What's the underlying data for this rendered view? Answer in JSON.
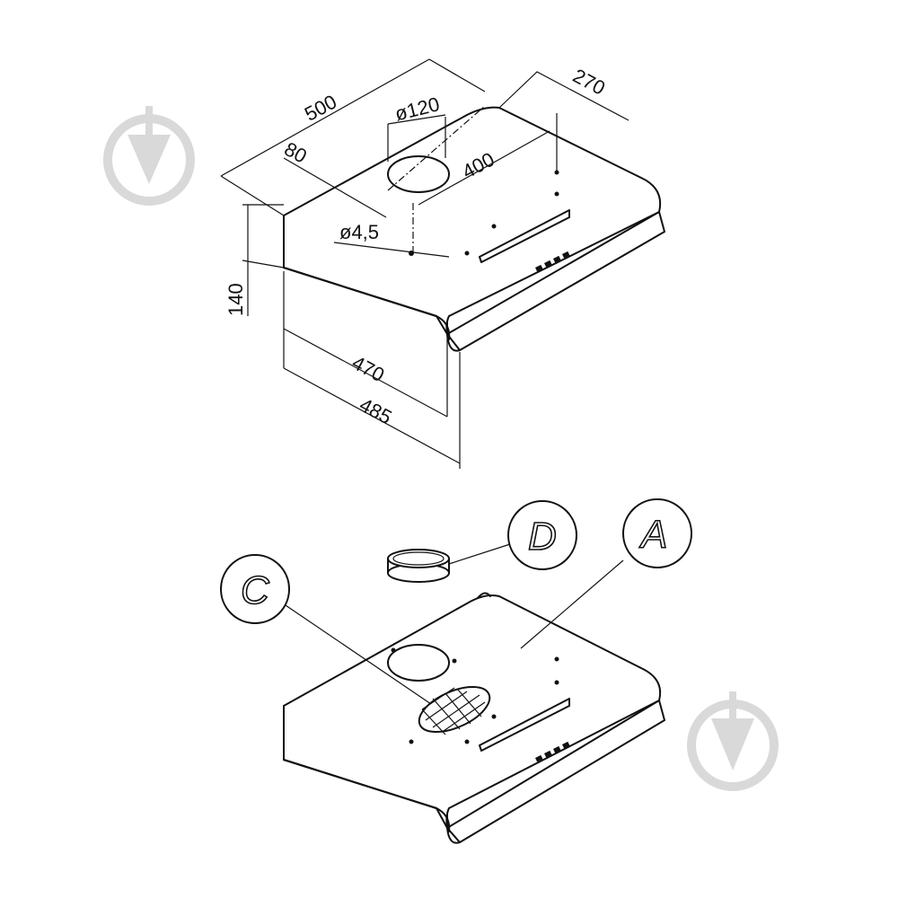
{
  "dimensions": {
    "width": "500",
    "depth": "270",
    "outlet_diameter": "ø120",
    "hole_spacing": "400",
    "front_offset": "80",
    "screw_hole": "ø4,5",
    "height": "140",
    "width_inner": "470",
    "width_outer": "485"
  },
  "callouts": {
    "a": "A",
    "c": "C",
    "d": "D"
  },
  "colors": {
    "line": "#111111",
    "watermark": "#d9d9d9",
    "background": "#ffffff"
  },
  "icons": [
    "hood-watermark-icon",
    "hood-watermark-icon"
  ]
}
